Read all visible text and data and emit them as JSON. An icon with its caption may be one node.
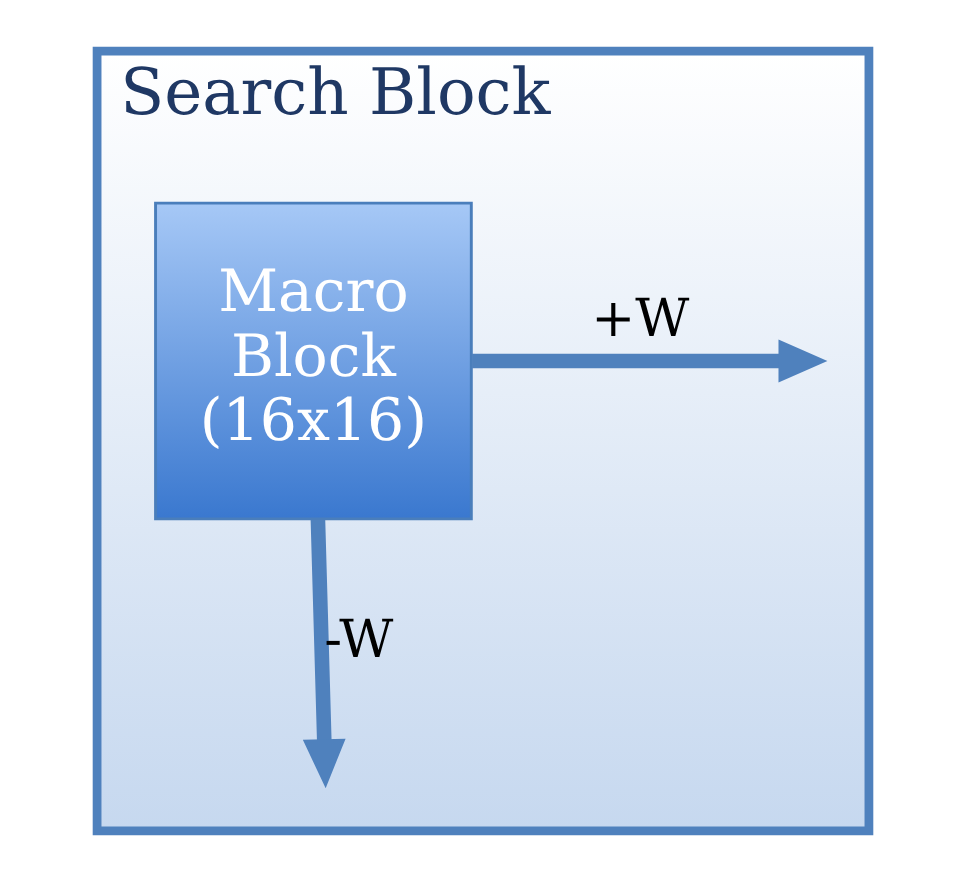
{
  "diagram": {
    "nodes": [
      {
        "text": [
          "Search Block"
        ]
      },
      {
        "text": [
          "Macro Block (16x16)"
        ],
        "in": 0
      }
    ],
    "edges": [
      {
        "from": 1,
        "to": null,
        "arrow": "to",
        "label": "+W"
      },
      {
        "from": 1,
        "to": null,
        "arrow": "to",
        "label": "-W"
      }
    ]
  }
}
